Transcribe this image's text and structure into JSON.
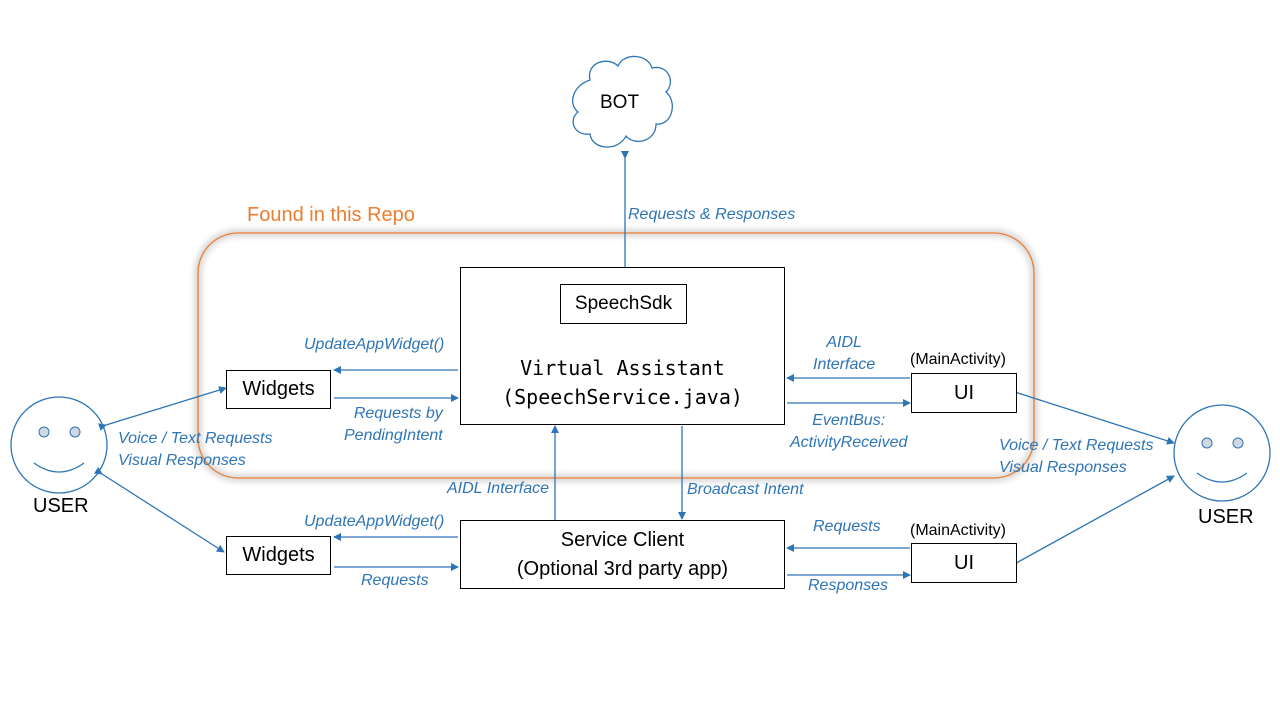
{
  "colors": {
    "arrow": "#2e75b6",
    "repo_border": "#ed7d31",
    "text": "#000000"
  },
  "bot": {
    "label": "BOT"
  },
  "repo": {
    "title": "Found in this Repo"
  },
  "virtual_assistant": {
    "speech_sdk": "SpeechSdk",
    "line1": "Virtual Assistant",
    "line2": "(SpeechService.java)"
  },
  "widgets_top": {
    "label": "Widgets"
  },
  "widgets_bottom": {
    "label": "Widgets"
  },
  "service_client": {
    "line1": "Service Client",
    "line2": "(Optional 3rd party app)"
  },
  "ui_top": {
    "caption": "(MainActivity)",
    "label": "UI"
  },
  "ui_bottom": {
    "caption": "(MainActivity)",
    "label": "UI"
  },
  "users": {
    "left": "USER",
    "right": "USER"
  },
  "edge_labels": {
    "bot_requests": "Requests & Responses",
    "update_widget_top": "UpdateAppWidget()",
    "requests_by_1": "Requests by",
    "requests_by_2": "PendingIntent",
    "aidl_top_1": "AIDL",
    "aidl_top_2": "Interface",
    "eventbus_1": "EventBus:",
    "eventbus_2": "ActivityReceived",
    "voice_left_1": "Voice / Text Requests",
    "voice_left_2": "Visual Responses",
    "voice_right_1": "Voice / Text Requests",
    "voice_right_2": "Visual Responses",
    "aidl_interface": "AIDL Interface",
    "broadcast_intent": "Broadcast Intent",
    "update_widget_bottom": "UpdateAppWidget()",
    "requests_bottom_left": "Requests",
    "requests_bottom_right": "Requests",
    "responses_bottom_right": "Responses"
  }
}
